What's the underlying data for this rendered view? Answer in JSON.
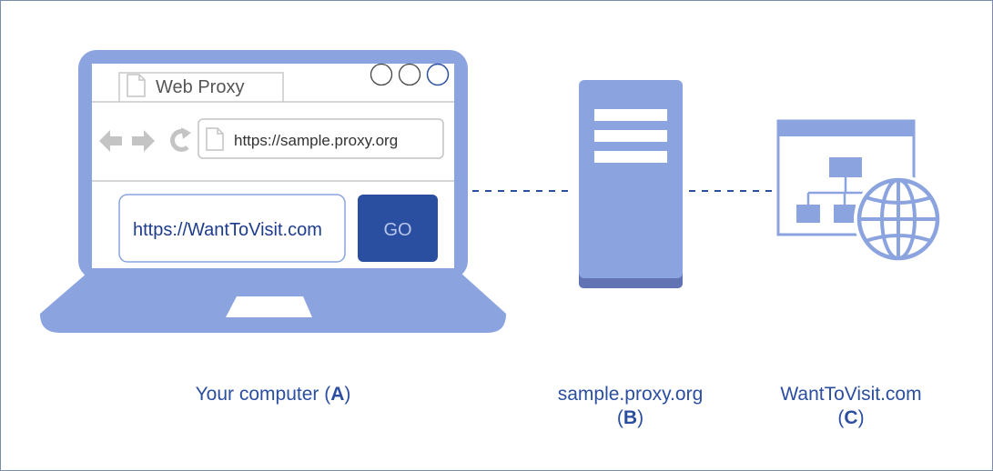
{
  "browser": {
    "tab_title": "Web Proxy",
    "address_url": "https://sample.proxy.org",
    "form_input_value": "https://WantToVisit.com",
    "go_button_label": "GO"
  },
  "labels": {
    "computer": {
      "text": "Your computer (",
      "letter": "A",
      "close": ")"
    },
    "proxy": {
      "name": "sample.proxy.org",
      "open": "(",
      "letter": "B",
      "close": ")"
    },
    "site": {
      "name": "WantToVisit.com",
      "open": "(",
      "letter": "C",
      "close": ")"
    }
  },
  "colors": {
    "device_blue": "#8ba3df",
    "dark_blue": "#2a4ea0",
    "server_base": "#6173b3",
    "label_blue": "#2b4ea0",
    "nav_gray": "#c4c4c4"
  },
  "icons": [
    "back-arrow-icon",
    "forward-arrow-icon",
    "reload-icon",
    "page-icon",
    "globe-icon",
    "sitemap-icon"
  ]
}
